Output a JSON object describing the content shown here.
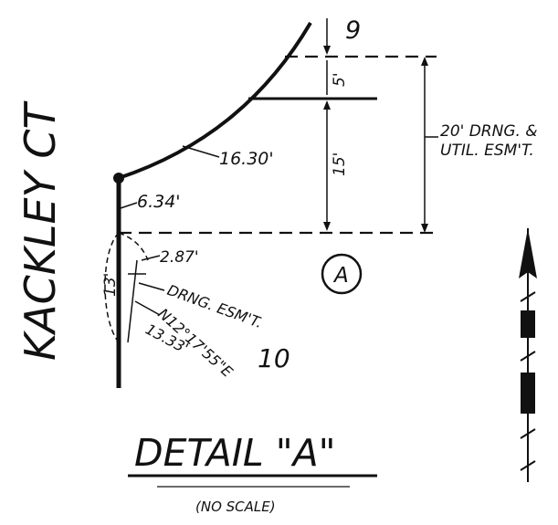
{
  "street_name": "KACKLEY CT",
  "lot_upper": "9",
  "lot_lower": "10",
  "dim_top": "5'",
  "dim_mid": "15'",
  "easement_label_line1": "20' DRNG. &",
  "easement_label_line2": "UTIL. ESM'T.",
  "arc_length": "16.30'",
  "offset_top": "6.34'",
  "offset_short": "2.87'",
  "arc_side": "13'",
  "drainage_label": "DRNG. ESM'T.",
  "bearing": "N12°17'55\"E",
  "distance": "13.33'",
  "detail_marker": "A",
  "detail_title": "DETAIL \"A\"",
  "scale_note": "(NO SCALE)"
}
